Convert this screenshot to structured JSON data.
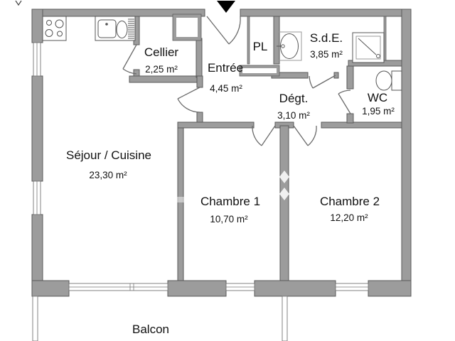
{
  "plan": {
    "type": "apartment-floor-plan",
    "rooms": [
      {
        "name": "Séjour / Cuisine",
        "area": "23,30 m²"
      },
      {
        "name": "Cellier",
        "area": "2,25 m²"
      },
      {
        "name": "Entrée",
        "area": "4,45 m²"
      },
      {
        "name": "PL"
      },
      {
        "name": "S.d.E.",
        "area": "3,85 m²"
      },
      {
        "name": "Dégt.",
        "area": "3,10 m²"
      },
      {
        "name": "WC",
        "area": "1,95 m²"
      },
      {
        "name": "Chambre 1",
        "area": "10,70 m²"
      },
      {
        "name": "Chambre 2",
        "area": "12,20 m²"
      },
      {
        "name": "Balcon"
      }
    ],
    "fixtures": [
      "stove",
      "kitchen-sink",
      "washbasin",
      "shower",
      "toilet",
      "duct",
      "low-cabinet"
    ],
    "colors": {
      "wall": "#9c9c9c",
      "wall_outline": "#5a5a5a",
      "fixture_line": "#555555",
      "background": "#ffffff",
      "text": "#111111",
      "entrance_arrow": "#000000"
    }
  }
}
